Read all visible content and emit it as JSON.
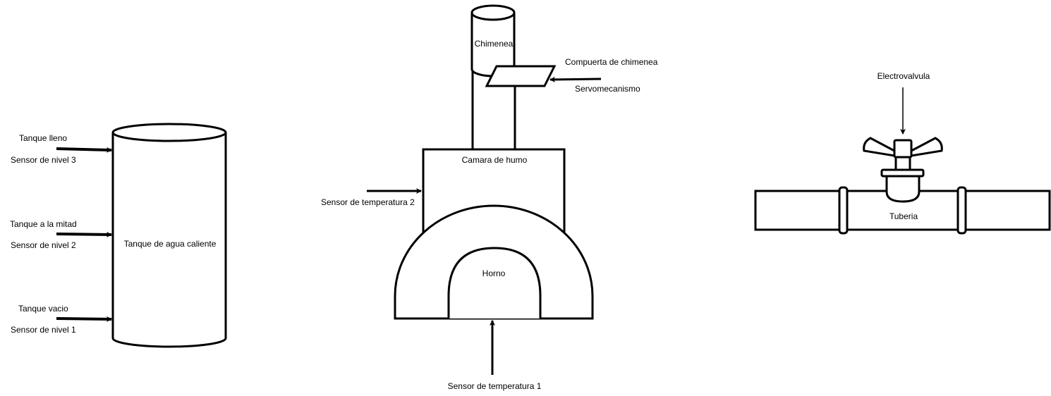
{
  "tank": {
    "label": "Tanque de agua caliente",
    "level_3": {
      "state": "Tanque lleno",
      "sensor": "Sensor de nivel 3"
    },
    "level_2": {
      "state": "Tanque a la mitad",
      "sensor": "Sensor de nivel 2"
    },
    "level_1": {
      "state": "Tanque vacio",
      "sensor": "Sensor de nivel 1"
    }
  },
  "furnace": {
    "chimney": "Chimenea",
    "damper": "Compuerta de chimenea",
    "servo": "Servomecanismo",
    "smoke_chamber": "Camara de humo",
    "temp_sensor_2": "Sensor de temperatura 2",
    "oven": "Horno",
    "temp_sensor_1": "Sensor de temperatura 1"
  },
  "pipe": {
    "valve": "Electrovalvula",
    "pipe": "Tuberia"
  }
}
